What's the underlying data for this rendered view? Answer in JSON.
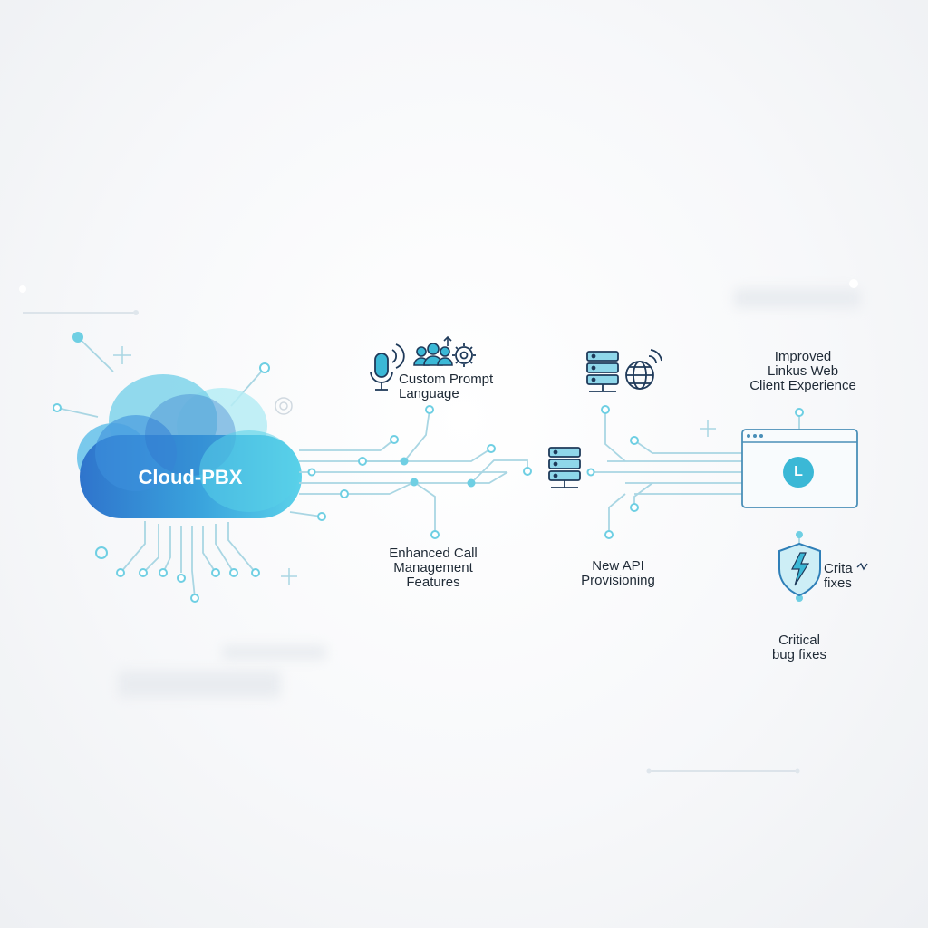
{
  "cloud": {
    "label": "Cloud-PBX"
  },
  "features": {
    "custom_prompt": "Custom Prompt\nLanguage",
    "enhanced_call": "Enhanced Call\nManagement\nFeatures",
    "new_api": "New API\nProvisioning",
    "linkus": "Improved\nLinkus Web\nClient Experience",
    "shield_text": "Crita\nfixes",
    "bug_fixes": "Critical\nbug fixes"
  },
  "browser": {
    "avatar_letter": "L"
  },
  "icons": [
    "microphone-icon",
    "users-icon",
    "gear-icon",
    "server-icon",
    "globe-icon",
    "browser-window-icon",
    "shield-icon"
  ],
  "colors": {
    "accent": "#3bb8d6",
    "cloud_dark": "#2f7fd0",
    "cloud_light": "#9be3f0",
    "line": "#a9d6e3",
    "text": "#1f2a36"
  }
}
